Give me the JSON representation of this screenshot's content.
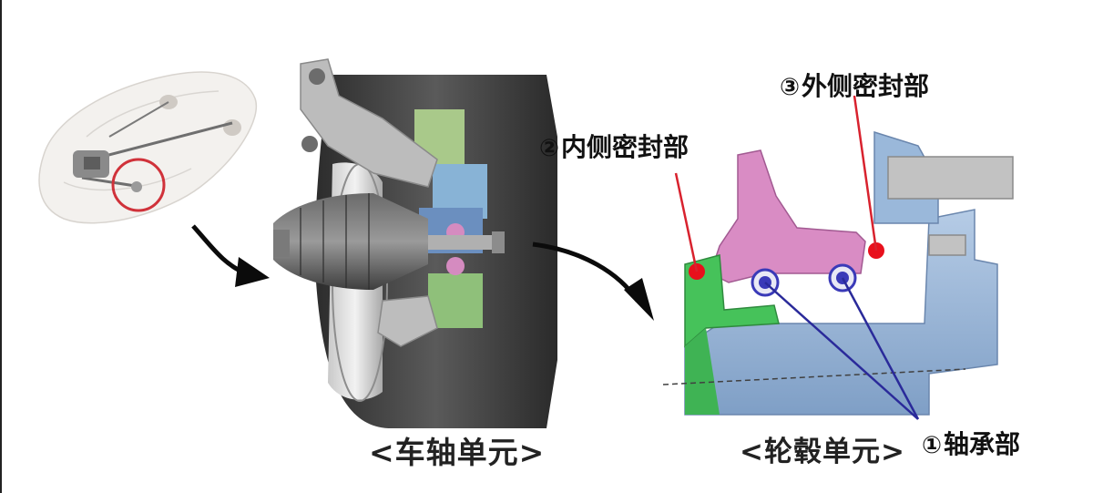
{
  "captions": {
    "axle_unit": "<车轴单元>",
    "hub_unit": "<轮毂单元>"
  },
  "labels": {
    "inner_seal": {
      "marker": "②",
      "text": "内侧密封部"
    },
    "outer_seal": {
      "marker": "③",
      "text": "外侧密封部"
    },
    "bearing": {
      "marker": "①",
      "text": "轴承部"
    }
  },
  "colors": {
    "arrow": "#0b0b0b",
    "highlight_circle": "#d0323a",
    "seal_dot": "#e8101c",
    "seal_line": "#d8222e",
    "bearing_line": "#2a2a9a",
    "ball": "#3a3ab8",
    "knuckle_pink": "#d98cc4",
    "hub_blue": "#8fb1d6",
    "seal_green": "#46c25a",
    "shaft_grey": "#bdbdbd"
  },
  "icons": [
    "car-icon",
    "arrow-icon",
    "wheel-assembly-icon",
    "hub-cross-section-icon"
  ]
}
